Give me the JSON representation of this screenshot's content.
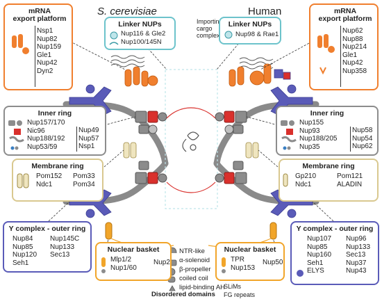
{
  "header": {
    "left_title": "S. cerevisiae",
    "right_title": "Human",
    "importin_label": "Importin-\ncargo\ncomplex"
  },
  "boxes": {
    "export_left": {
      "title": "mRNA\nexport platform",
      "items": [
        "Nsp1",
        "Nup82",
        "Nup159",
        "Gle1",
        "Nup42",
        "Dyn2"
      ]
    },
    "export_right": {
      "title": "mRNA\nexport platform",
      "items": [
        "Nup62",
        "Nup88",
        "Nup214",
        "Gle1",
        "Nup42",
        "Nup358"
      ]
    },
    "linker_left": {
      "title": "Linker NUPs",
      "items": [
        "Nup116 & Gle2",
        "Nup100/145N"
      ]
    },
    "linker_right": {
      "title": "Linker NUPs",
      "items": [
        "Nup98 & Rae1"
      ]
    },
    "inner_left": {
      "title": "Inner ring",
      "col1": [
        "Nup157/170",
        "Nic96",
        "Nup188/192",
        "Nup53/59"
      ],
      "col2": [
        "Nup49",
        "Nup57",
        "Nsp1"
      ]
    },
    "inner_right": {
      "title": "Inner ring",
      "col1": [
        "Nup155",
        "Nup93",
        "Nup188/205",
        "Nup35"
      ],
      "col2": [
        "Nup58",
        "Nup54",
        "Nup62"
      ]
    },
    "membrane_left": {
      "title": "Membrane ring",
      "col1": [
        "Pom152",
        "Ndc1"
      ],
      "col2": [
        "Pom33",
        "Pom34"
      ]
    },
    "membrane_right": {
      "title": "Membrane ring",
      "col1": [
        "Gp210",
        "Ndc1"
      ],
      "col2": [
        "Pom121",
        "ALADIN"
      ]
    },
    "ycomplex_left": {
      "title": "Y complex - outer ring",
      "col1": [
        "Nup84",
        "Nup85",
        "Nup120",
        "Seh1"
      ],
      "col2": [
        "Nup145C",
        "Nup133",
        "Sec13"
      ]
    },
    "ycomplex_right": {
      "title": "Y complex - outer ring",
      "col1": [
        "Nup107",
        "Nup85",
        "Nup160",
        "Seh1",
        "ELYS"
      ],
      "col2": [
        "Nup96",
        "Nup133",
        "Sec13",
        "Nup37",
        "Nup43"
      ]
    },
    "basket_left": {
      "title": "Nuclear basket",
      "items": [
        "Mlp1/2",
        "Nup1/60"
      ],
      "extra": "Nup2"
    },
    "basket_right": {
      "title": "Nuclear basket",
      "items": [
        "TPR",
        "Nup153"
      ],
      "extra": "Nup50"
    }
  },
  "legend": {
    "items": [
      "NTR-like",
      "α-solenoid",
      "β-propeller",
      "coiled coil",
      "lipid-binding AH"
    ],
    "disordered_title": "Disordered domains",
    "disordered_items": [
      "SLiMs",
      "FG repeats"
    ]
  },
  "colors": {
    "export": "#f07f2e",
    "linker": "#6cc3cb",
    "inner": "#8c8c8c",
    "membrane": "#d9c88f",
    "ycomplex": "#5a5bb8",
    "basket": "#f1a52a",
    "red": "#d9302c",
    "membrane_gray": "#8a8a8a"
  }
}
